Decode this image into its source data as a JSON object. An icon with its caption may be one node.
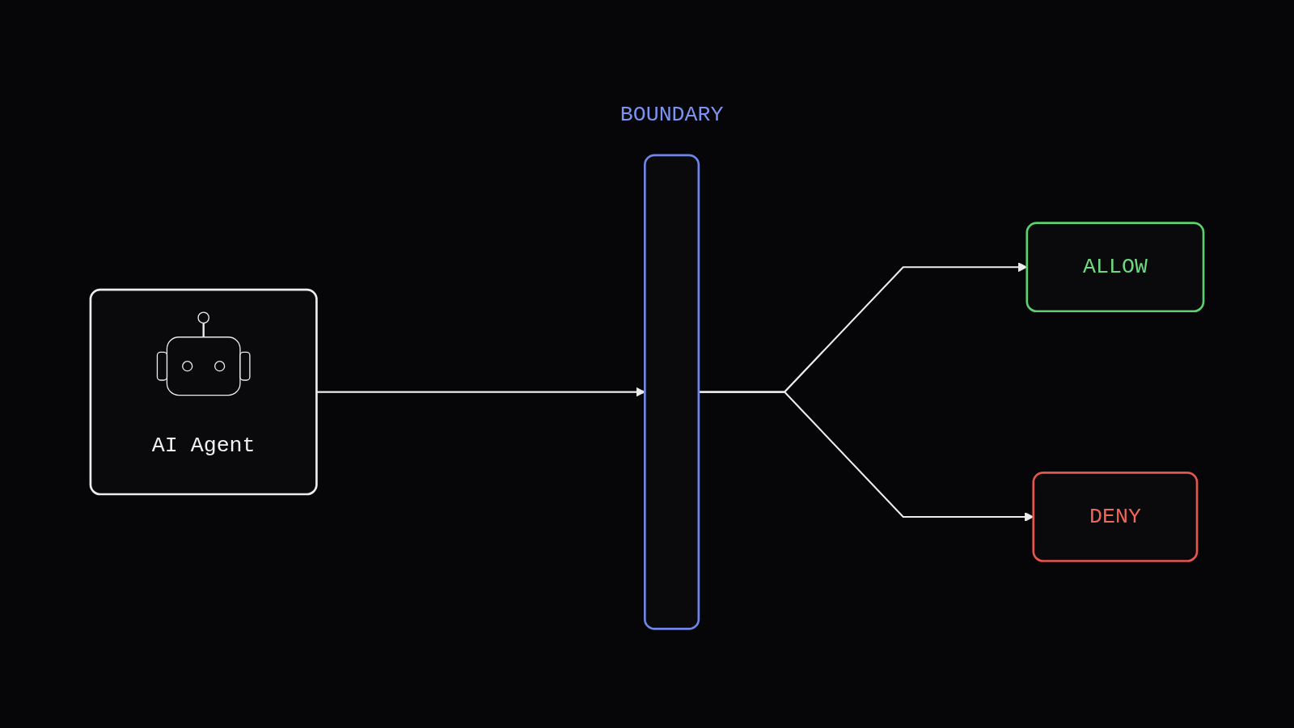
{
  "diagram": {
    "nodes": [
      {
        "text": [
          "AI Agent"
        ]
      },
      {
        "text": [
          "BOUNDARY"
        ]
      },
      {
        "text": [
          "ALLOW"
        ]
      },
      {
        "text": [
          "DENY"
        ]
      }
    ],
    "edges": [
      {
        "from": 0,
        "to": 1,
        "arrow": "to"
      },
      {
        "from": 1,
        "to": 2,
        "arrow": "to"
      },
      {
        "from": 1,
        "to": 3,
        "arrow": "to"
      }
    ]
  }
}
